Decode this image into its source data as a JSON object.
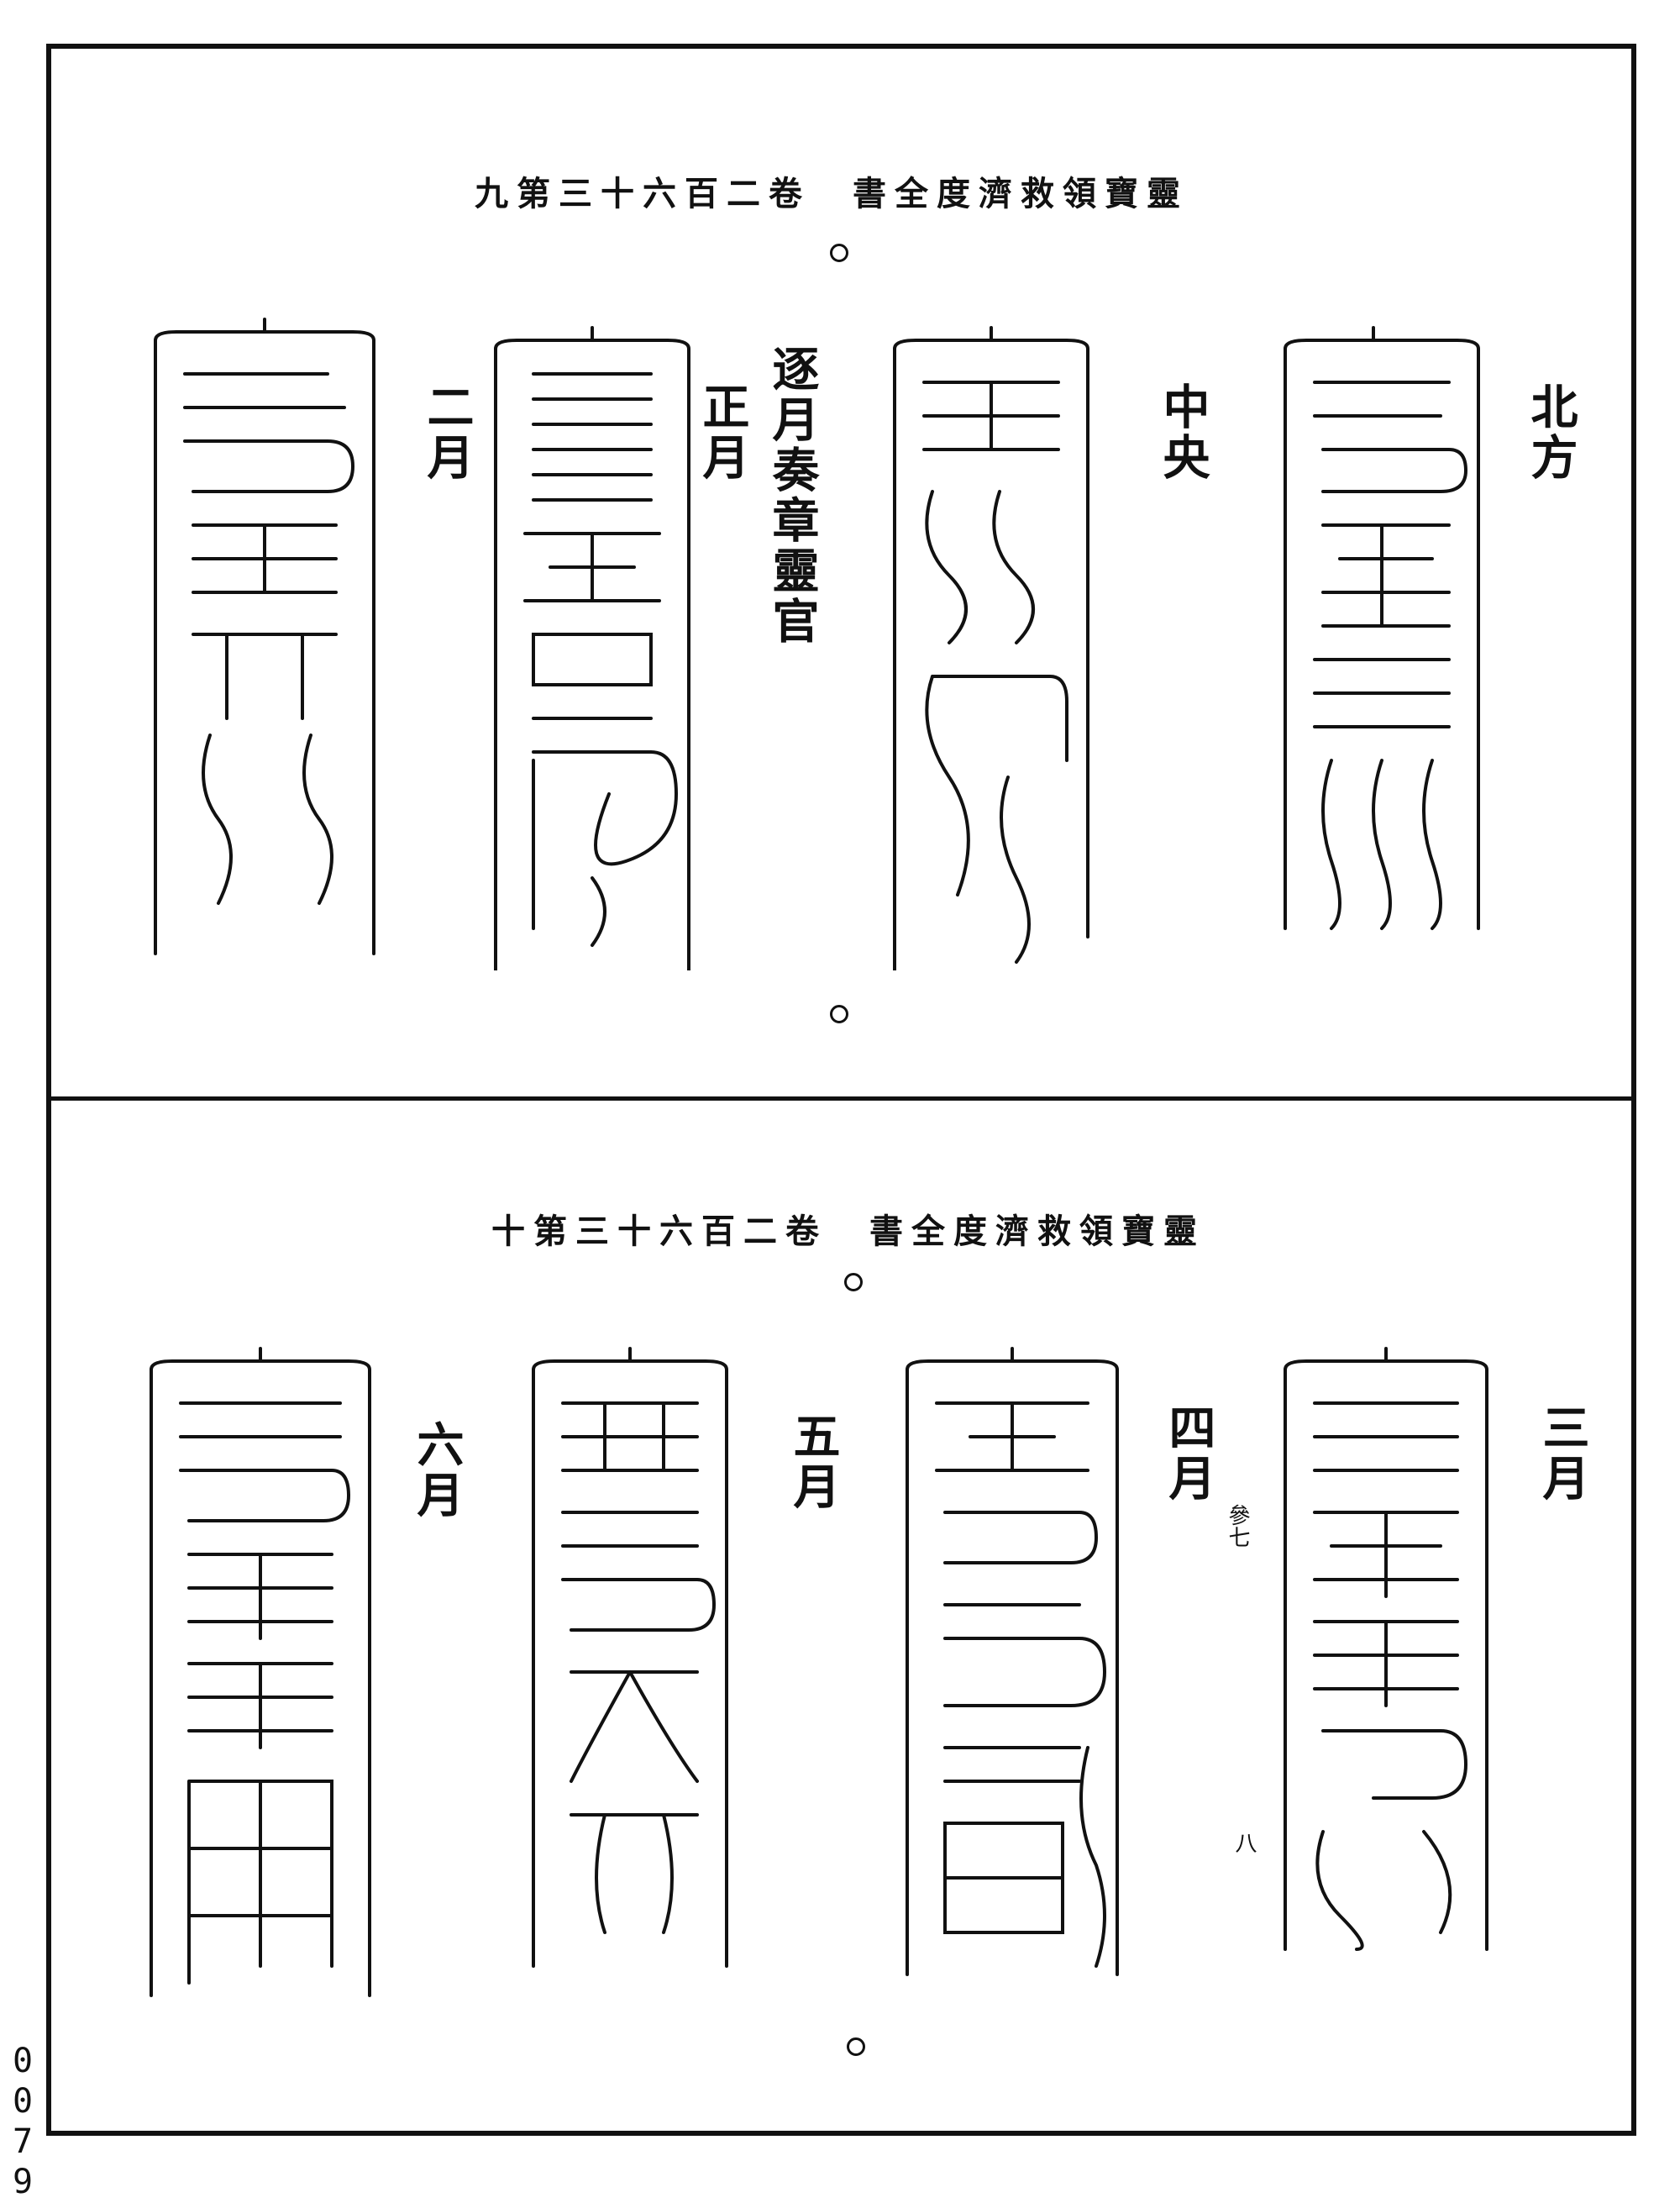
{
  "page_number": "0079",
  "top_panel": {
    "header": "九第三十六百二卷　書全度濟救領寶靈",
    "labels": {
      "north": "北方",
      "center": "中央",
      "monthly": "逐月奏章靈官",
      "month1": "正月",
      "month2": "二月"
    }
  },
  "bottom_panel": {
    "header": "十第三十六百二卷　書全度濟救領寶靈",
    "labels": {
      "month3": "三月",
      "month4": "四月",
      "month5": "五月",
      "month6": "六月"
    },
    "notes": {
      "small_note": "參七",
      "mark": "八"
    }
  }
}
